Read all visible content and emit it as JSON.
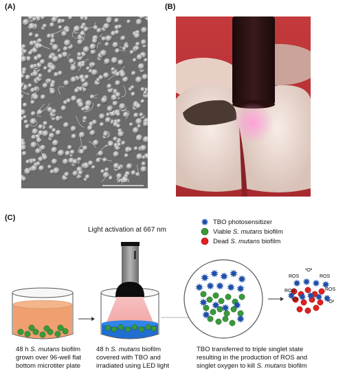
{
  "panels": {
    "a": {
      "label": "(A)",
      "scalebar": "5 μm"
    },
    "b": {
      "label": "(B)"
    },
    "c": {
      "label": "(C)"
    }
  },
  "schematic": {
    "light_title": "Light activation at 667 nm",
    "legend": [
      {
        "text": "TBO photosensitizer",
        "color": "#1f4fa8",
        "icon": "blue-star-icon"
      },
      {
        "text_prefix": "Viable ",
        "text_italic": "S. mutans",
        "text_suffix": " biofilm",
        "color": "#3a9a3a",
        "icon": "green-sphere-icon"
      },
      {
        "text_prefix": "Dead ",
        "text_italic": "S. mutans",
        "text_suffix": " biofilm",
        "color": "#e02020",
        "icon": "red-sphere-icon"
      }
    ],
    "captions": {
      "step1": {
        "l1a": "48 h ",
        "l1i": "S. mutans",
        "l1b": " biofilm",
        "l2": "grown over 96-well flat",
        "l3": "bottom microtiter plate"
      },
      "step2": {
        "l1a": "48 h ",
        "l1i": "S. mutans",
        "l1b": " biofilm",
        "l2": "covered with TBO and",
        "l3": "irradiated using LED light"
      },
      "step3": {
        "l1": "TBO transferred to triple singlet state",
        "l2": "resulting in the production of ROS and",
        "l3a": "singlet oxygen to kill ",
        "l3i": "S. mutans",
        "l3b": " biofilm"
      }
    },
    "ros_labels": {
      "ros": "ROS",
      "o2": "¹O²"
    }
  },
  "colors": {
    "orange_liquid": "#f0a070",
    "tbo_blue": "#1f4fa8",
    "viable_green": "#3a9a3a",
    "dead_red": "#e02020",
    "light_pink": "#f4b8b8"
  }
}
